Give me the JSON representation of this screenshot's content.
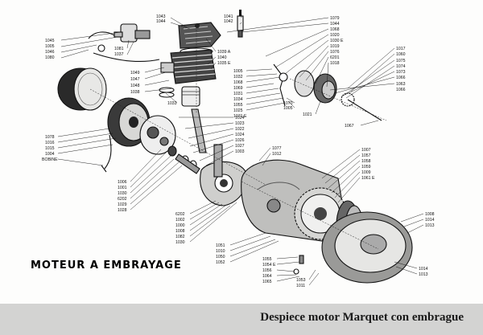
{
  "diagram": {
    "title": "MOTEUR A EMBRAYAGE",
    "labels": {
      "l1043": "1043",
      "l1044": "1044",
      "l1041": "1041",
      "l1042": "1042",
      "l1045": "1045",
      "l1005a": "1005",
      "l1046": "1046",
      "l1080": "1080",
      "l1081": "1081",
      "l1037": "1037",
      "l1039a": "1039 A",
      "l1040": "1040",
      "l1035e": "1035 E",
      "l1049": "1049",
      "l1047": "1047",
      "l1048": "1048",
      "l1038": "1038",
      "l1033": "1033",
      "l1079": "1079",
      "l1044b": "1044",
      "l1068": "1068",
      "l1020": "1020",
      "l1030e": "1030 E",
      "l1019": "1019",
      "l1076": "1076",
      "l6201": "6201",
      "l1018": "1018",
      "l1017": "1017",
      "l1060": "1060",
      "l1075": "1075",
      "l1074": "1074",
      "l1073": "1073",
      "l1066": "1066",
      "l1063": "1063",
      "l1066b": "1066",
      "l1005b": "1005",
      "l1032": "1032",
      "l1068b": "1068",
      "l1069": "1069",
      "l1031": "1031",
      "l1034": "1034",
      "l1055": "1055",
      "l1025": "1025",
      "l1071e": "1071 E",
      "l1070": "1070",
      "l1005c": "1005",
      "l1021": "1021",
      "l1067": "1067",
      "l1024": "1024",
      "l1023": "1023",
      "l1022": "1022",
      "l1024b": "1024",
      "l1026": "1026",
      "l1027": "1027",
      "l1003": "1003",
      "l1077": "1077",
      "l1012": "1012",
      "l1078": "1078",
      "l1016": "1016",
      "l1015": "1015",
      "l1004": "1004",
      "lbobine": "BOBINE",
      "l1006": "1006",
      "l1001": "1001",
      "l1030": "1030",
      "l6202": "6202",
      "l1029": "1029",
      "l1028": "1028",
      "l1007": "1007",
      "l1057": "1057",
      "l1058": "1058",
      "l1059": "1059",
      "l1009": "1009",
      "l1061e": "1061 E",
      "l6202b": "6202",
      "l1002": "1002",
      "l1000": "1000",
      "l1008b": "1008",
      "l1082": "1082",
      "l1030b": "1030",
      "l1008": "1008",
      "l1014": "1014",
      "l1013": "1013",
      "l1051": "1051",
      "l1010": "1010",
      "l1050": "1050",
      "l1052": "1052",
      "l1055b": "1055",
      "l1054e": "1054 E",
      "l1056": "1056",
      "l1064": "1064",
      "l1065": "1065",
      "l1053": "1053",
      "l1011": "1011",
      "l1014b": "1014",
      "l1013b": "1013"
    }
  },
  "caption": "Despiece motor Marquet con embrague"
}
